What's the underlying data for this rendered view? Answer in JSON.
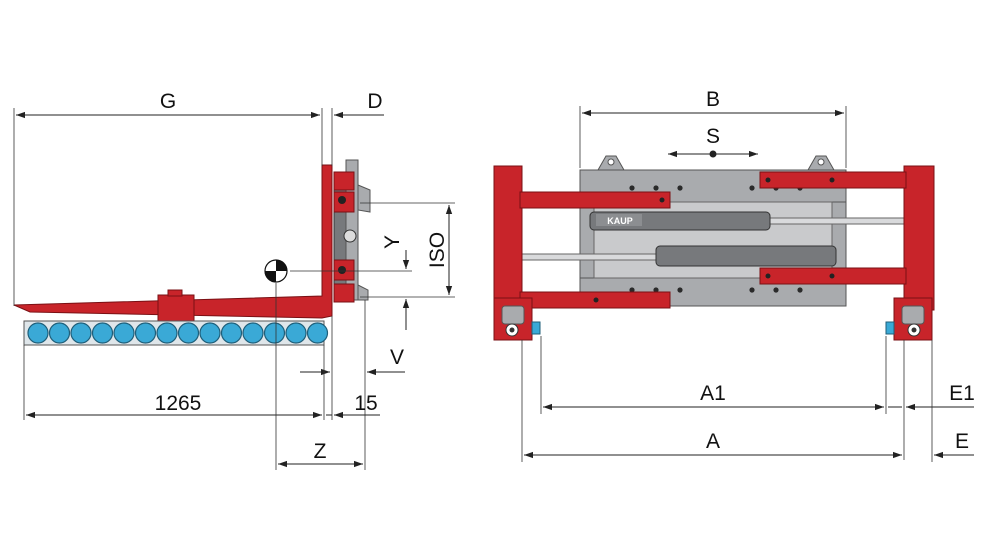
{
  "dimension_labels": {
    "g": "G",
    "d": "D",
    "y": "Y",
    "iso": "ISO",
    "v": "V",
    "len_1265": "1265",
    "len_15": "15",
    "z": "Z",
    "b": "B",
    "s": "S",
    "a1": "A1",
    "e1": "E1",
    "a": "A",
    "e": "E"
  },
  "brand_plate": "KAUP",
  "colors": {
    "frame_red": "#c8242a",
    "carriage_grey": "#a9abae",
    "roller_blue": "#3aa9d6",
    "line": "#222222"
  }
}
